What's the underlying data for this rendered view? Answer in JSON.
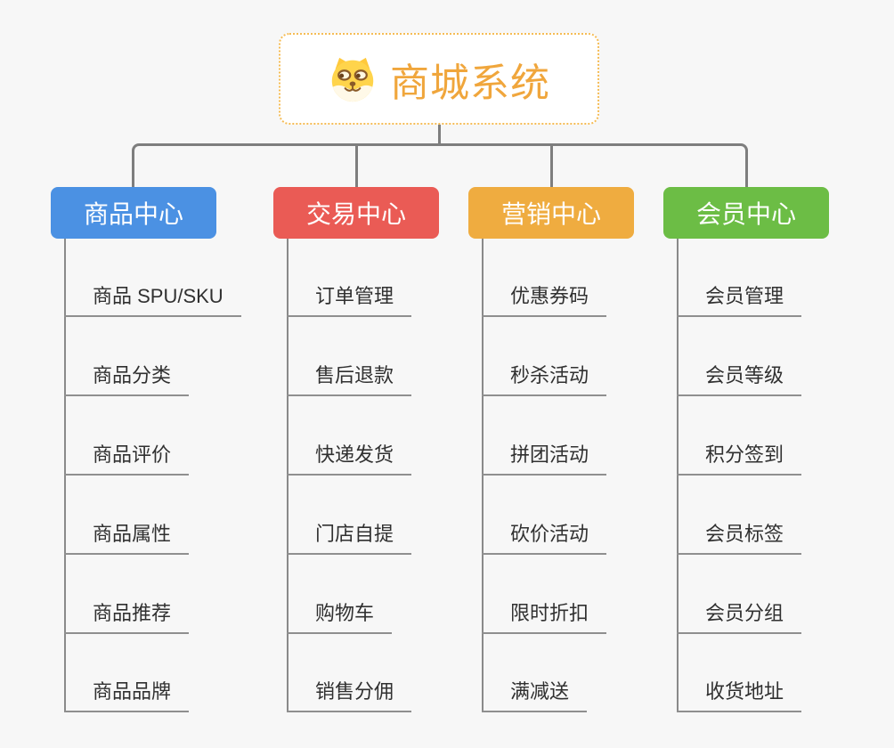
{
  "page": {
    "background": "#F7F7F7",
    "connector_color": "#7E7E7E"
  },
  "root": {
    "title": "商城系统",
    "icon": "dog-face-icon",
    "text_color": "#F0A63C",
    "border_color": "#F5BC55",
    "background": "#FFFFFF"
  },
  "branches": [
    {
      "label": "商品中心",
      "color": "#4B91E3",
      "children": [
        "商品 SPU/SKU",
        "商品分类",
        "商品评价",
        "商品属性",
        "商品推荐",
        "商品品牌"
      ]
    },
    {
      "label": "交易中心",
      "color": "#EA5B55",
      "children": [
        "订单管理",
        "售后退款",
        "快递发货",
        "门店自提",
        "购物车",
        "销售分佣"
      ]
    },
    {
      "label": "营销中心",
      "color": "#EFAC40",
      "children": [
        "优惠券码",
        "秒杀活动",
        "拼团活动",
        "砍价活动",
        "限时折扣",
        "满减送"
      ]
    },
    {
      "label": "会员中心",
      "color": "#6CBD45",
      "children": [
        "会员管理",
        "会员等级",
        "积分签到",
        "会员标签",
        "会员分组",
        "收货地址"
      ]
    }
  ]
}
